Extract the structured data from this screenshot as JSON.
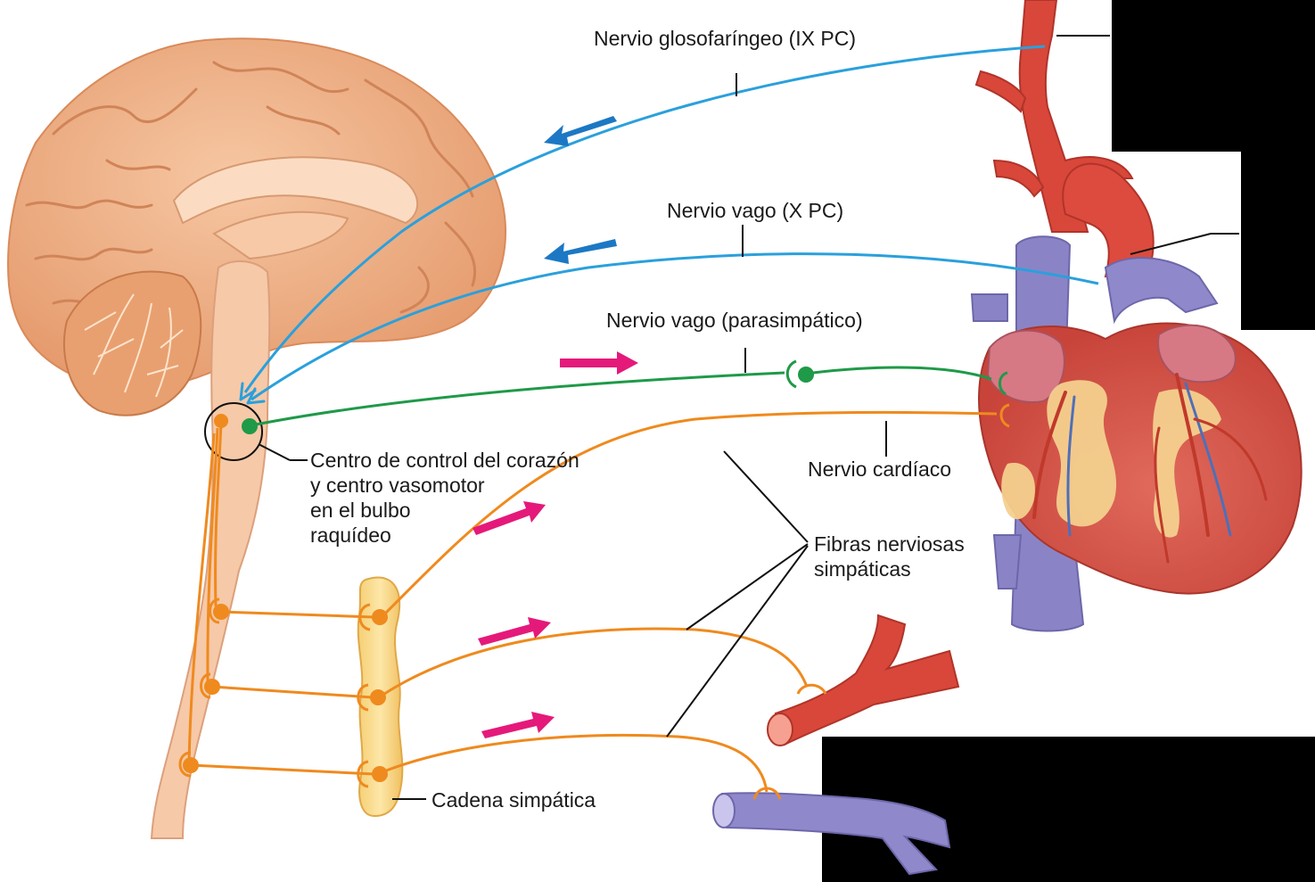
{
  "labels": {
    "glossopharyngeal": "Nervio glosofaríngeo (IX PC)",
    "vagus_sensory": "Nervio vago (X PC)",
    "vagus_parasympathetic": "Nervio vago (parasimpático)",
    "control_center": [
      "Centro de control del corazón",
      "y centro vasomotor",
      "en el bulbo",
      "raquídeo"
    ],
    "cardiac_nerve": "Nervio cardíaco",
    "sympathetic_fibers": [
      "Fibras nerviosas",
      "simpáticas"
    ],
    "sympathetic_chain": "Cadena simpática"
  },
  "colors": {
    "sensory_nerve": "#2aa0dc",
    "afferent_arrow": "#1c78c4",
    "parasympathetic_nerve": "#1e9a48",
    "sympathetic_nerve": "#ef8a1e",
    "efferent_arrow": "#e5197a",
    "brain": "#f2b48a",
    "artery": "#dd4a3c",
    "vein": "#8c86c8"
  }
}
